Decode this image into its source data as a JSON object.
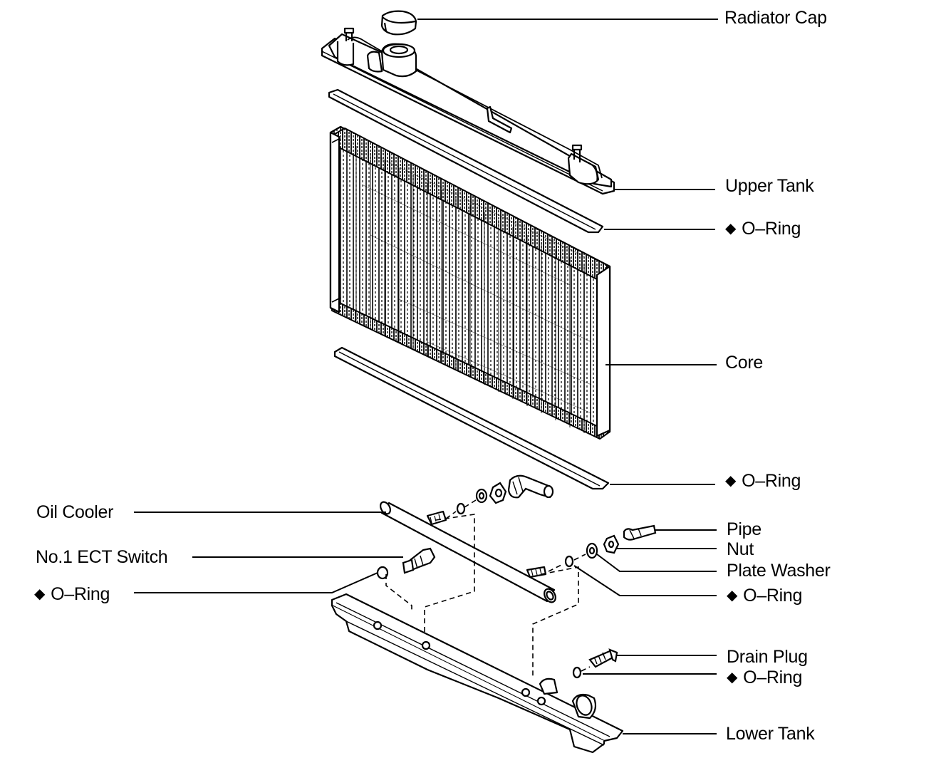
{
  "title": "",
  "colors": {
    "ink": "#000000",
    "paper": "#ffffff"
  },
  "labels": {
    "radiator_cap": "Radiator Cap",
    "upper_tank": "Upper Tank",
    "o_ring_upper": "O–Ring",
    "core": "Core",
    "o_ring_lower": "O–Ring",
    "oil_cooler": "Oil Cooler",
    "pipe": "Pipe",
    "ect_switch": "No.1 ECT Switch",
    "nut": "Nut",
    "plate_washer": "Plate Washer",
    "o_ring_ect": "O–Ring",
    "o_ring_washer": "O–Ring",
    "drain_plug": "Drain Plug",
    "o_ring_drain": "O–Ring",
    "lower_tank": "Lower Tank"
  },
  "marker_symbol": "◆",
  "marker_icon": "diamond-icon"
}
